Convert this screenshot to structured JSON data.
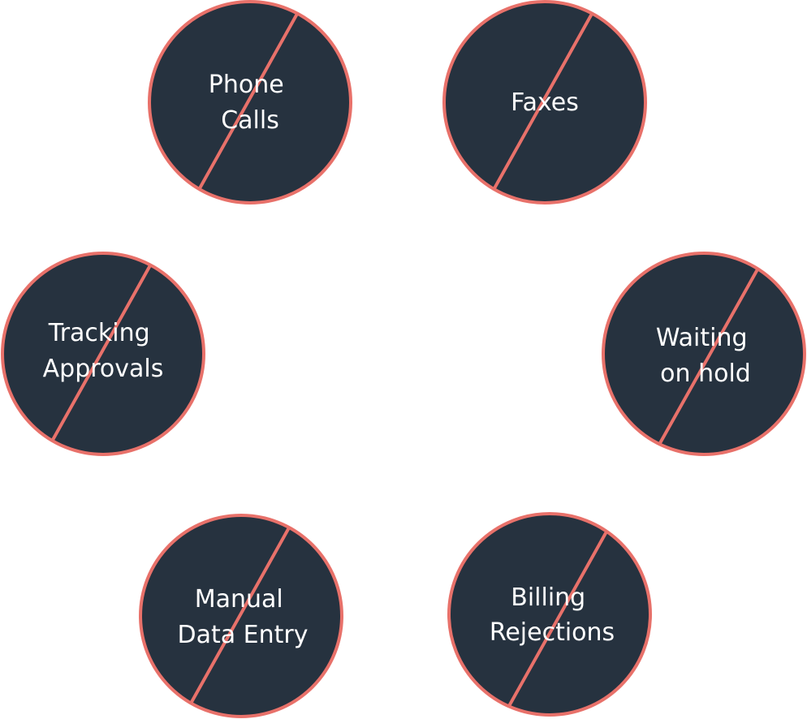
{
  "colors": {
    "fill": "#26323f",
    "stroke": "#e8716a",
    "text": "#ffffff",
    "background": "#ffffff"
  },
  "items": [
    {
      "id": "phone-calls",
      "lines": [
        "Phone",
        "Calls"
      ],
      "icon": "prohibited-slash-icon"
    },
    {
      "id": "faxes",
      "lines": [
        "Faxes"
      ],
      "icon": "prohibited-slash-icon"
    },
    {
      "id": "tracking-approvals",
      "lines": [
        "Tracking",
        "Approvals"
      ],
      "icon": "prohibited-slash-icon"
    },
    {
      "id": "waiting-on-hold",
      "lines": [
        "Waiting",
        "on hold"
      ],
      "icon": "prohibited-slash-icon"
    },
    {
      "id": "manual-data-entry",
      "lines": [
        "Manual",
        "Data Entry"
      ],
      "icon": "prohibited-slash-icon"
    },
    {
      "id": "billing-rejections",
      "lines": [
        "Billing",
        "Rejections"
      ],
      "icon": "prohibited-slash-icon"
    }
  ]
}
